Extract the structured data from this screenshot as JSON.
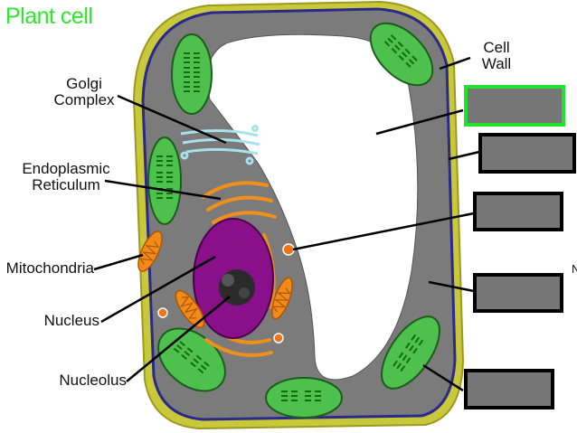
{
  "title": "Plant cell",
  "labels": {
    "cell_wall_1": "Cell",
    "cell_wall_2": "Wall",
    "golgi_1": "Golgi",
    "golgi_2": "Complex",
    "er_1": "Endoplasmic",
    "er_2": "Reticulum",
    "mitochondria": "Mitochondria",
    "nucleus": "Nucleus",
    "nucleolus": "Nucleolus"
  },
  "edge_mark": "N",
  "colors": {
    "title": "#2ee82e",
    "cell_wall": "#c8c83a",
    "membrane": "#2a2a8a",
    "cytoplasm": "#7b7b7b",
    "vacuole": "#ffffff",
    "chloroplast": "#4dc04d",
    "nucleus": "#8a0f8a",
    "mitochondria": "#f08a1a",
    "answer_box": "#767676",
    "active_box_border": "#22e22e"
  }
}
